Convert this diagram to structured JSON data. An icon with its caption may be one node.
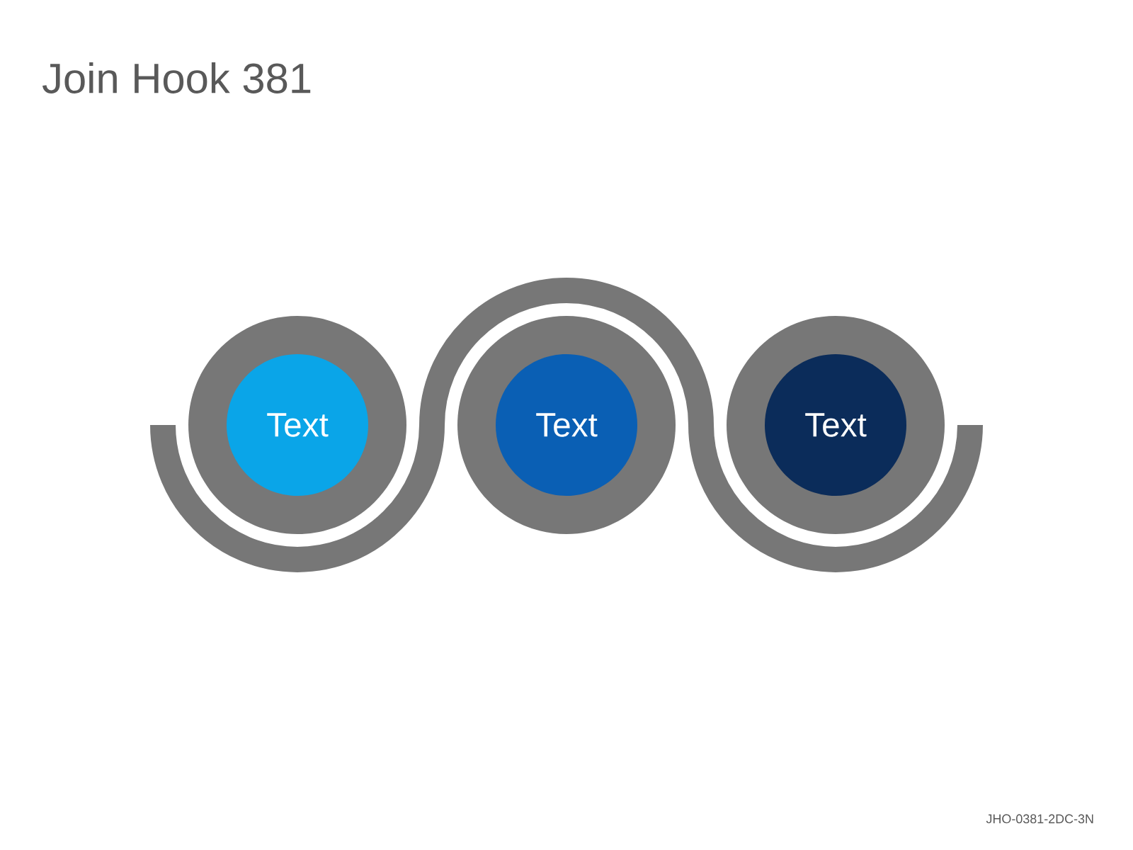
{
  "diagram": {
    "title": "Join Hook 381",
    "nodes": [
      {
        "text": [
          "Text"
        ]
      },
      {
        "text": [
          "Text"
        ]
      },
      {
        "text": [
          "Text"
        ]
      }
    ],
    "labels": [
      "JHO-0381-2DC-3N"
    ]
  }
}
